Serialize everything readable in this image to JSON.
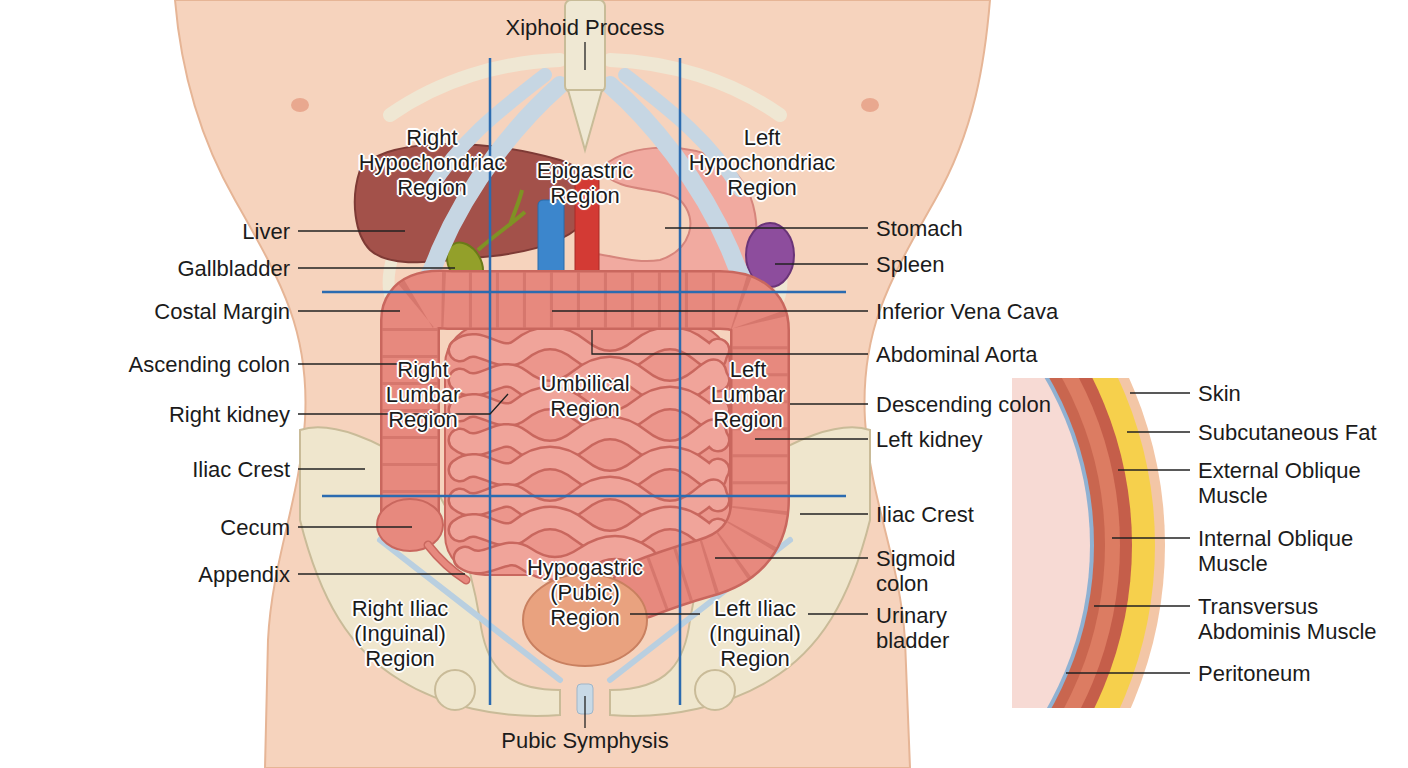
{
  "diagram": {
    "labels": [
      "Xiphoid Process",
      "Right Hypochondriac Region",
      "Epigastric Region",
      "Left Hypochondriac Region",
      "Liver",
      "Stomach",
      "Gallbladder",
      "Spleen",
      "Costal Margin",
      "Inferior Vena Cava",
      "Abdominal Aorta",
      "Ascending colon",
      "Right Lumbar Region",
      "Umbilical Region",
      "Left Lumbar Region",
      "Skin",
      "Right kidney",
      "Descending colon",
      "Subcutaneous Fat",
      "Left kidney",
      "Iliac Crest",
      "External Oblique Muscle",
      "Iliac Crest",
      "Cecum",
      "Internal Oblique Muscle",
      "Sigmoid colon",
      "Hypogastric (Pubic) Region",
      "Appendix",
      "Right Iliac (Inguinal) Region",
      "Left Iliac (Inguinal) Region",
      "Transversus Abdominis Muscle",
      "Urinary bladder",
      "Peritoneum",
      "Pubic Symphysis"
    ]
  }
}
